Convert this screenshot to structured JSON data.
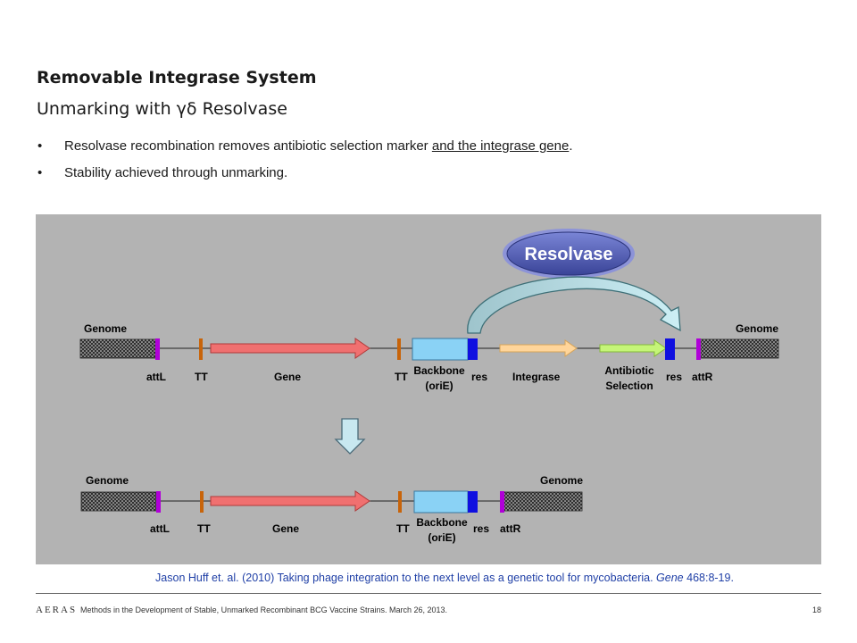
{
  "slide": {
    "title": "Removable Integrase System",
    "subtitle": "Unmarking with γδ Resolvase"
  },
  "bullets": [
    {
      "text": "Resolvase recombination removes antibiotic selection marker ",
      "underlined": "and the integrase gene",
      "suffix": "."
    },
    {
      "text": "Stability achieved through unmarking.",
      "underlined": "",
      "suffix": ""
    }
  ],
  "diagram": {
    "enzyme_label": "Resolvase",
    "top_construct": {
      "genome_left": "Genome",
      "genome_right": "Genome",
      "labels": {
        "attL": "attL",
        "tt1": "TT",
        "gene": "Gene",
        "tt2": "TT",
        "backbone_line1": "Backbone",
        "backbone_line2": "(oriE)",
        "res1": "res",
        "integrase": "Integrase",
        "antibiotic_line1": "Antibiotic",
        "antibiotic_line2": "Selection",
        "res2": "res",
        "attR": "attR"
      }
    },
    "bottom_construct": {
      "genome_left": "Genome",
      "genome_right": "Genome",
      "labels": {
        "attL": "attL",
        "tt1": "TT",
        "gene": "Gene",
        "tt2": "TT",
        "backbone_line1": "Backbone",
        "backbone_line2": "(oriE)",
        "res": "res",
        "attR": "attR"
      }
    },
    "colors": {
      "panel_bg": "#b3b3b3",
      "attsite": "#b000d8",
      "terminator": "#c8640a",
      "gene": "#f07070",
      "backbone": "#8ad2f5",
      "res_site": "#1010e0",
      "integrase": "#ffd59a",
      "antibiotic": "#c5f578",
      "enzyme": "#4a55b0"
    }
  },
  "citation": {
    "text": "Jason Huff et. al. (2010)  Taking phage integration to the next level as a genetic tool for mycobacteria.  ",
    "journal": "Gene",
    "pages": " 468:8-19."
  },
  "footer": {
    "logo": "AERAS",
    "text": "Methods in the Development of Stable, Unmarked Recombinant BCG Vaccine Strains.  March 26, 2013.",
    "page_number": "18"
  }
}
